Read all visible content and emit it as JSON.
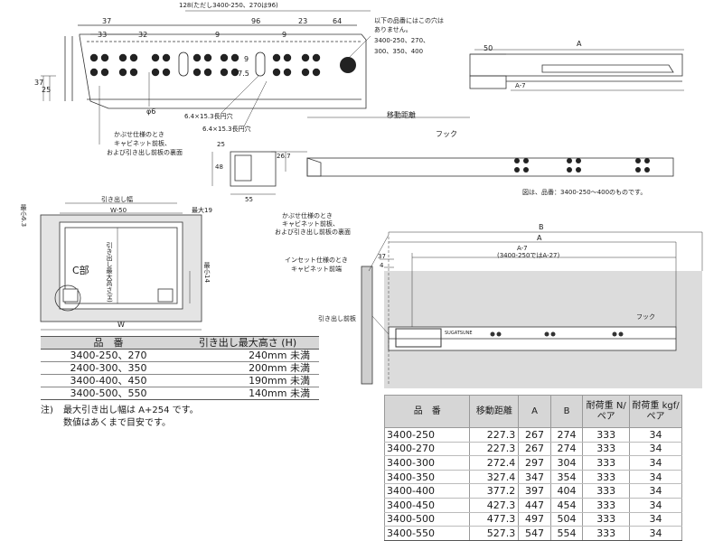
{
  "top_drawing": {
    "overall_dim": "128(ただし3400-250、270は96)",
    "dims_top": [
      "37",
      "33",
      "32",
      "9",
      "96",
      "9",
      "23",
      "64"
    ],
    "dims_left": [
      "37",
      "25"
    ],
    "dim_37_5": "37.5",
    "dim_9": "9",
    "hole_dia": "φ6",
    "slot_label_1": "6.4×15.3長円穴",
    "slot_label_2": "6.4×15.3長円穴",
    "overlay_note": [
      "かぶせ仕様のとき",
      "キャビネット前板、",
      "および引き出し前板の裏面"
    ],
    "no_hole_note": [
      "以下の品番にはこの穴は",
      "ありません。",
      "3400-250、270、",
      "300、350、400"
    ]
  },
  "side_view": {
    "dim_a": "A",
    "dim_50": "50",
    "dim_a7": "A-7",
    "travel_label": "移動距離",
    "hook_label": "フック",
    "caption": "図は、品番：3400-250～400のものです。"
  },
  "section_view": {
    "dim_25": "25",
    "dim_48": "48",
    "dim_26_7": "26.7",
    "dim_55": "55"
  },
  "front_view": {
    "drawer_width": "引き出し幅",
    "w_minus_50": "W-50",
    "max19": "最大19",
    "min6_3": "最小6.3",
    "max_height": "引き出し最大高さ(H)",
    "min14": "最小14",
    "c_part": "C部",
    "w": "W"
  },
  "install_view": {
    "b": "B",
    "a": "A",
    "a7": "A-7",
    "a7_note": "(3400-250ではA-27)",
    "overlay_note": [
      "かぶせ仕様のとき",
      "キャビネット前板、",
      "および引き出し前板の裏面"
    ],
    "dim_37": "37",
    "dim_4": "4",
    "inset_note": [
      "インセット仕様のとき",
      "キャビネット前端"
    ],
    "front_board": "引き出し前板",
    "hook": "フック",
    "brand": "SUGATSUNE"
  },
  "height_table": {
    "headers": [
      "品　番",
      "引き出し最大高さ (H)"
    ],
    "rows": [
      [
        "3400-250、270",
        "240mm 未満"
      ],
      [
        "2400-300、350",
        "200mm 未満"
      ],
      [
        "3400-400、450",
        "190mm 未満"
      ],
      [
        "3400-500、550",
        "140mm 未満"
      ]
    ]
  },
  "note": {
    "mark": "注)",
    "lines": [
      "最大引き出し幅は A+254 です。",
      "数値はあくまで目安です。"
    ]
  },
  "spec_table": {
    "headers": [
      "品　番",
      "移動距離",
      "A",
      "B",
      "耐荷重 N/ペア",
      "耐荷重 kgf/ペア"
    ],
    "rows": [
      [
        "3400-250",
        "227.3",
        "267",
        "274",
        "333",
        "34"
      ],
      [
        "3400-270",
        "227.3",
        "267",
        "274",
        "333",
        "34"
      ],
      [
        "3400-300",
        "272.4",
        "297",
        "304",
        "333",
        "34"
      ],
      [
        "3400-350",
        "327.4",
        "347",
        "354",
        "333",
        "34"
      ],
      [
        "3400-400",
        "377.2",
        "397",
        "404",
        "333",
        "34"
      ],
      [
        "3400-450",
        "427.3",
        "447",
        "454",
        "333",
        "34"
      ],
      [
        "3400-500",
        "477.3",
        "497",
        "504",
        "333",
        "34"
      ],
      [
        "3400-550",
        "527.3",
        "547",
        "554",
        "333",
        "34"
      ]
    ]
  }
}
